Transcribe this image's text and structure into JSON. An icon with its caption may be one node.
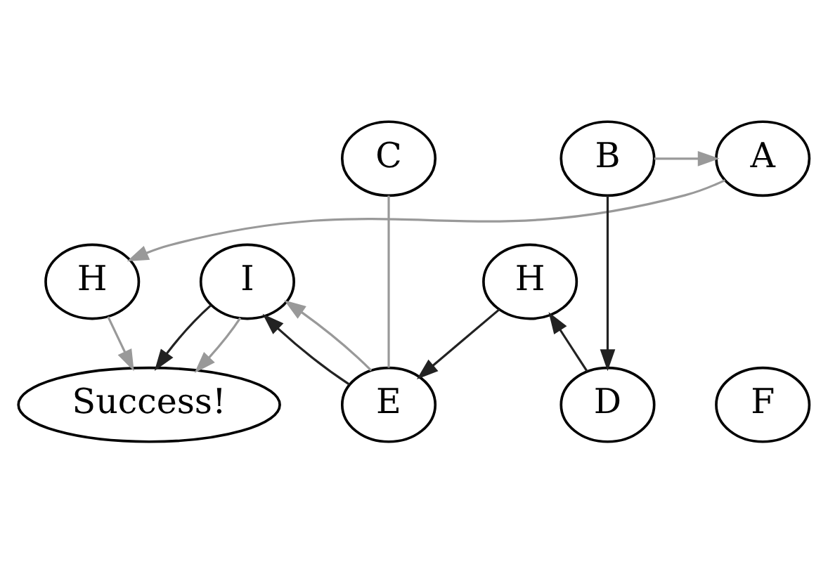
{
  "diagram": {
    "nodes": [
      {
        "text": [
          "A"
        ]
      },
      {
        "text": [
          "B"
        ]
      },
      {
        "text": [
          "C"
        ]
      },
      {
        "text": [
          "D"
        ]
      },
      {
        "text": [
          "E"
        ]
      },
      {
        "text": [
          "F"
        ]
      },
      {
        "text": [
          "H"
        ]
      },
      {
        "text": [
          "H"
        ]
      },
      {
        "text": [
          "I"
        ]
      },
      {
        "text": [
          "Success!"
        ]
      }
    ],
    "edges": [
      {
        "from": 1,
        "to": 0,
        "arrow": "to"
      },
      {
        "from": 0,
        "to": 6,
        "arrow": "to"
      },
      {
        "from": 1,
        "to": 3,
        "arrow": "to",
        "color": "#222222"
      },
      {
        "from": 2,
        "to": 4,
        "arrow": "none"
      },
      {
        "from": 3,
        "to": 7,
        "arrow": "to",
        "color": "#222222"
      },
      {
        "from": 7,
        "to": 4,
        "arrow": "to",
        "color": "#222222"
      },
      {
        "from": 4,
        "to": 8,
        "arrow": "to",
        "color": "#222222"
      },
      {
        "from": 4,
        "to": 8,
        "arrow": "to"
      },
      {
        "from": 6,
        "to": 9,
        "arrow": "to"
      },
      {
        "from": 8,
        "to": 9,
        "arrow": "to",
        "color": "#222222"
      },
      {
        "from": 8,
        "to": 9,
        "arrow": "to"
      }
    ]
  }
}
